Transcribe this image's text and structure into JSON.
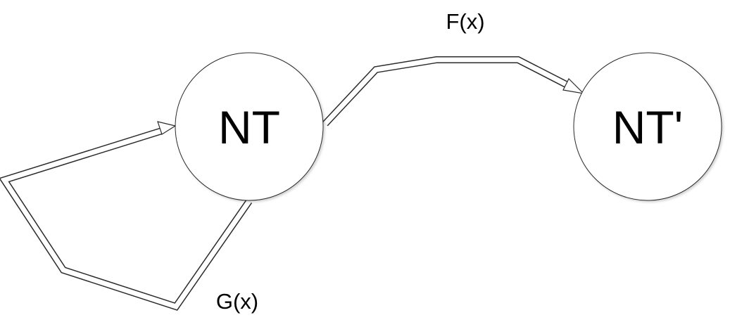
{
  "nodes": {
    "source": {
      "label": "NT"
    },
    "target": {
      "label": "NT'"
    }
  },
  "edges": {
    "transform": {
      "label": "F(x)"
    },
    "self_loop": {
      "label": "G(x)"
    }
  },
  "colors": {
    "stroke": "#2b2b2b",
    "fill": "#ffffff",
    "text": "#000000"
  }
}
